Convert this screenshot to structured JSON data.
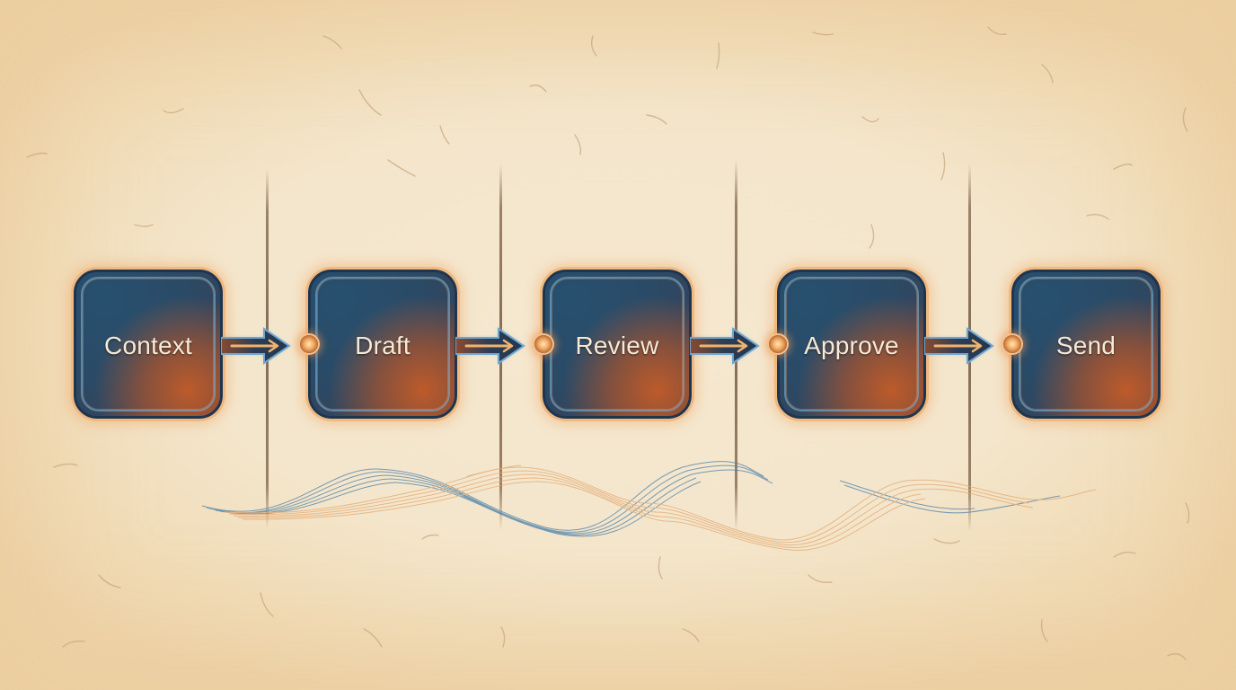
{
  "diagram": {
    "type": "linear-process-flow",
    "steps": [
      {
        "label": "Context"
      },
      {
        "label": "Draft"
      },
      {
        "label": "Review"
      },
      {
        "label": "Approve"
      },
      {
        "label": "Send"
      }
    ],
    "connectors": [
      {
        "from": "Context",
        "to": "Draft"
      },
      {
        "from": "Draft",
        "to": "Review"
      },
      {
        "from": "Review",
        "to": "Approve"
      },
      {
        "from": "Approve",
        "to": "Send"
      }
    ],
    "colors": {
      "background": "#f3e5cb",
      "box_blue": "#27506f",
      "box_orange": "#c45c28",
      "box_glow": "#f0b980",
      "label": "#f6ead6",
      "arrow_outline": "#6fa6cf",
      "wave_blue": "#4a7fa8",
      "wave_orange": "#e3a870",
      "divider": "#8c7055"
    }
  }
}
